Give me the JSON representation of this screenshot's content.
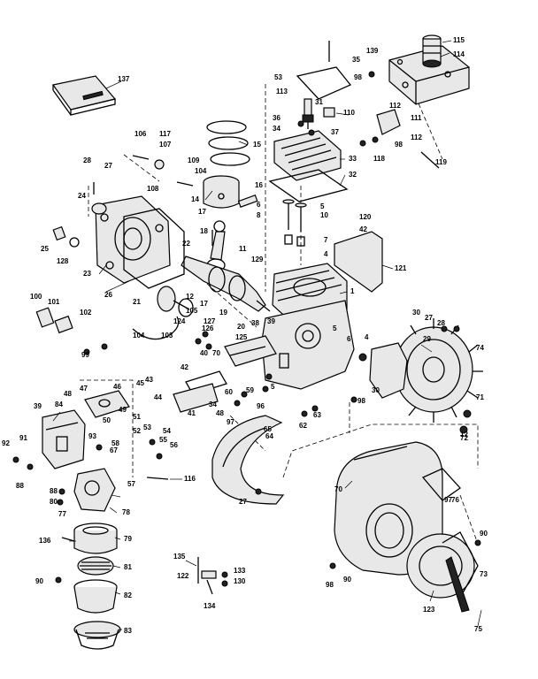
{
  "callouts": {
    "c1": "1",
    "c4": "4",
    "c5": "5",
    "c6": "6",
    "c7": "7",
    "c8": "8",
    "c10": "10",
    "c11": "11",
    "c12": "12",
    "c14": "14",
    "c15": "15",
    "c16": "16",
    "c17": "17",
    "c18": "18",
    "c19": "19",
    "c20": "20",
    "c21": "21",
    "c22": "22",
    "c23": "23",
    "c24": "24",
    "c25": "25",
    "c26": "26",
    "c27": "27",
    "c28": "28",
    "c29": "29",
    "c30": "30",
    "c31": "31",
    "c32": "32",
    "c33": "33",
    "c34": "34",
    "c35": "35",
    "c36": "36",
    "c37": "37",
    "c38": "38",
    "c39": "39",
    "c40": "40",
    "c41": "41",
    "c42": "42",
    "c43": "43",
    "c44": "44",
    "c45": "45",
    "c46": "46",
    "c47": "47",
    "c48": "48",
    "c49": "49",
    "c50": "50",
    "c51": "51",
    "c52": "52",
    "c53": "53",
    "c54": "54",
    "c55": "55",
    "c56": "56",
    "c57": "57",
    "c58": "58",
    "c59": "59",
    "c60": "60",
    "c62": "62",
    "c63": "63",
    "c64": "64",
    "c65": "65",
    "c67": "67",
    "c70": "70",
    "c71": "71",
    "c72": "72",
    "c73": "73",
    "c74": "74",
    "c75": "75",
    "c76": "76",
    "c77": "77",
    "c78": "78",
    "c79": "79",
    "c80": "80",
    "c81": "81",
    "c82": "82",
    "c83": "83",
    "c84": "84",
    "c88": "88",
    "c90": "90",
    "c91": "91",
    "c92": "92",
    "c93": "93",
    "c96": "96",
    "c97": "97",
    "c98": "98",
    "c99": "99",
    "c100": "100",
    "c101": "101",
    "c102": "102",
    "c103": "103",
    "c104": "104",
    "c105": "105",
    "c106": "106",
    "c107": "107",
    "c108": "108",
    "c109": "109",
    "c110": "110",
    "c111": "111",
    "c112": "112",
    "c113": "113",
    "c114": "114",
    "c115": "115",
    "c116": "116",
    "c117": "117",
    "c118": "118",
    "c119": "119",
    "c120": "120",
    "c121": "121",
    "c122": "122",
    "c123": "123",
    "c124": "124",
    "c125": "125",
    "c126": "126",
    "c127": "127",
    "c128": "128",
    "c129": "129",
    "c130": "130",
    "c133": "133",
    "c134": "134",
    "c135": "135",
    "c136": "136",
    "c137": "137",
    "c139": "139"
  }
}
